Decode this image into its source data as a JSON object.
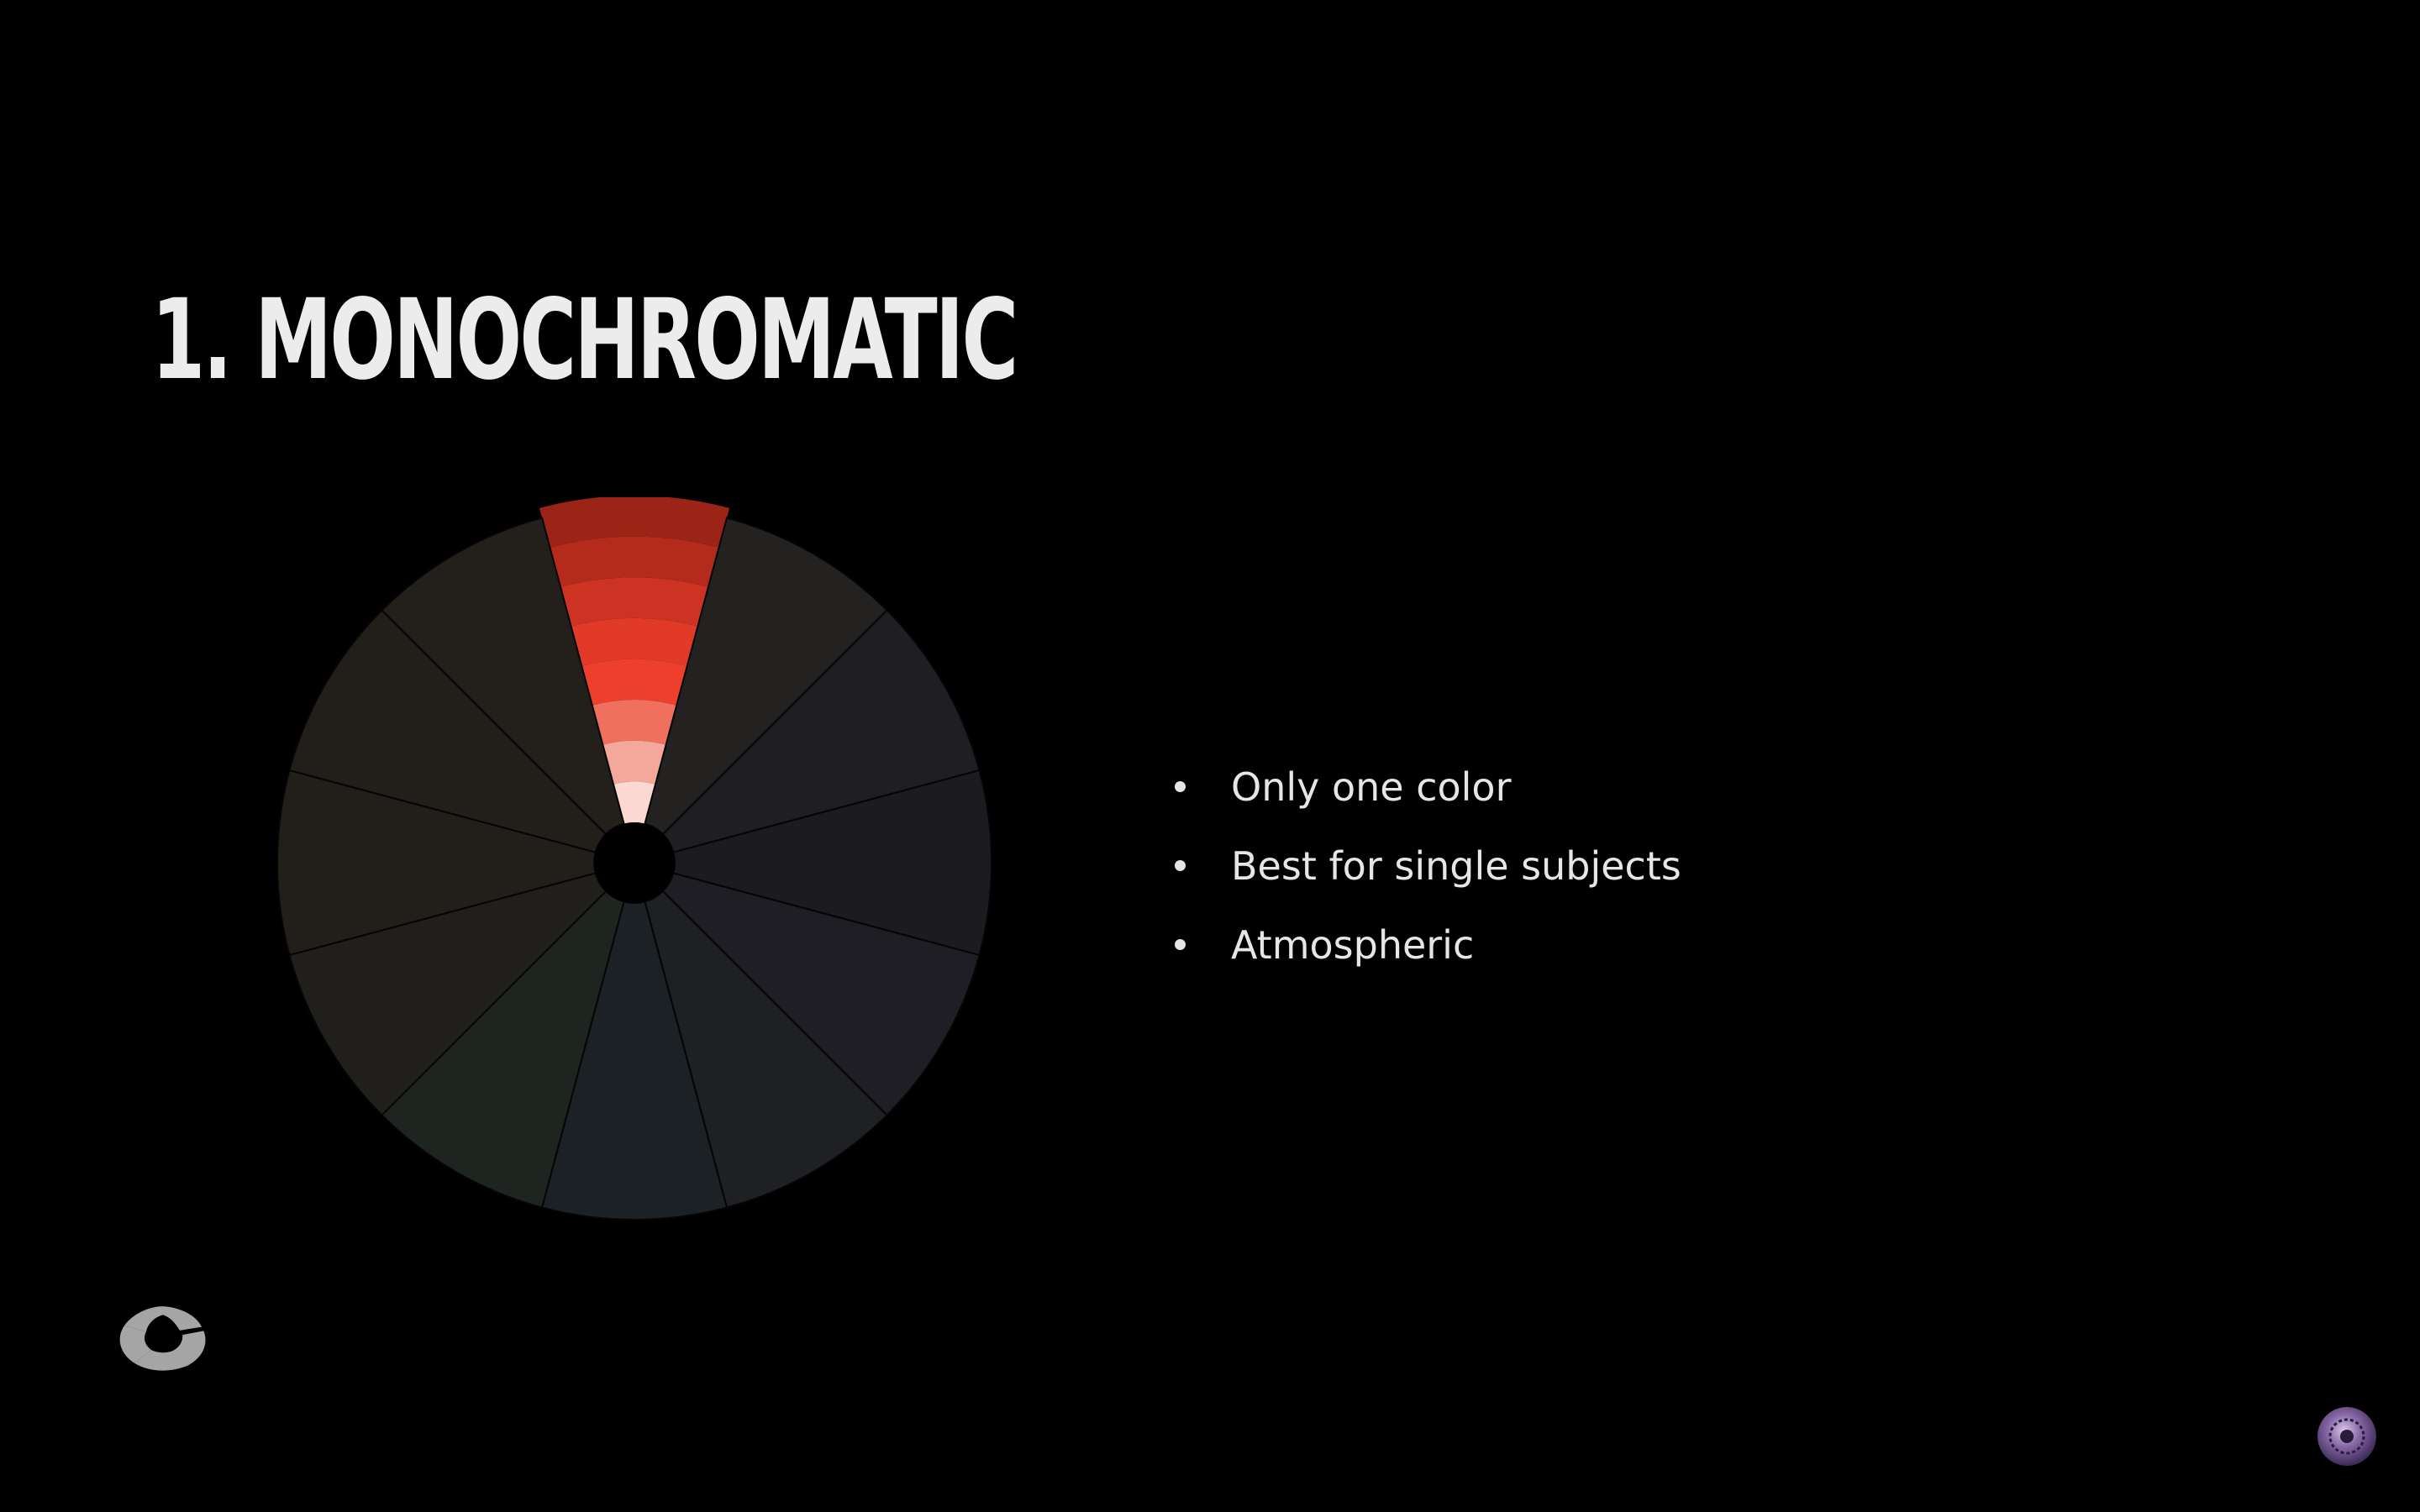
{
  "slide": {
    "title": "1. MONOCHROMATIC",
    "bullets": [
      "Only one color",
      "Best for single subjects",
      "Atmospheric"
    ]
  },
  "color_wheel": {
    "segment_count": 12,
    "highlighted_segment": 0,
    "highlight_shades": [
      "#9b2417",
      "#b42a1b",
      "#cc3323",
      "#e23a28",
      "#ee3f2d",
      "#f0705e",
      "#f4a89b",
      "#fbd8d1"
    ],
    "muted_colors": [
      "#242220",
      "#1f1e23",
      "#1b1b20",
      "#1e1e24",
      "#1e2024",
      "#1c2126",
      "#1e2420",
      "#201f1c",
      "#221f1b",
      "#221f1a",
      "#23201c"
    ],
    "center_color": "#000000"
  },
  "icons": {
    "logo": "shutter-aperture-icon",
    "avatar": "profile-avatar-icon"
  },
  "colors": {
    "background": "#000000",
    "title": "#ececec",
    "text": "#e6e6e6",
    "accent": "#ee3f2d"
  }
}
